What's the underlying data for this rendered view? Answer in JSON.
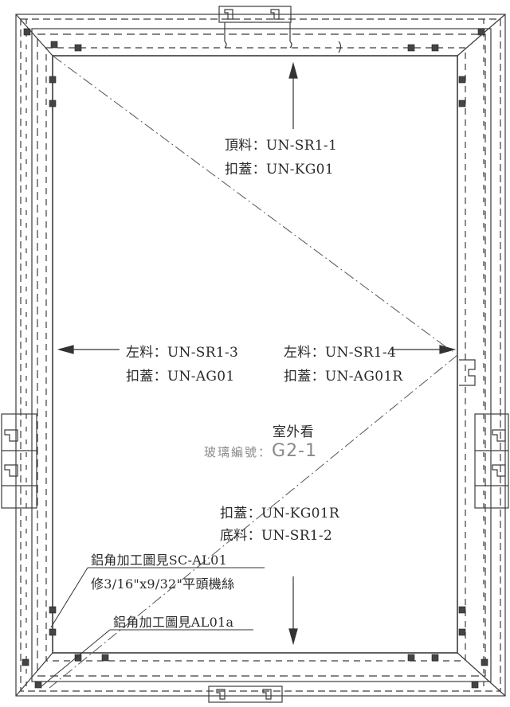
{
  "diagram": {
    "top": {
      "header": "頂料：UN-SR1-1",
      "cover": "扣蓋：UN-KG01"
    },
    "left": {
      "header": "左料：UN-SR1-3",
      "cover": "扣蓋：UN-AG01"
    },
    "right": {
      "header": "左料：UN-SR1-4",
      "cover": "扣蓋：UN-AG01R"
    },
    "view_note": "室外看",
    "glass": {
      "prefix": "玻璃編號：",
      "code": "G2-1"
    },
    "bottom": {
      "cover": "扣蓋：UN-KG01R",
      "header": "底料：UN-SR1-2"
    },
    "notes": {
      "machining_sc": "鋁角加工圖見SC-AL01",
      "screw": "修3/16\"x9/32\"平頭機絲",
      "machining_a": "鋁角加工圖見AL01a"
    }
  },
  "colors": {
    "line": "#3a3a3a",
    "dim": "#6a6a6a",
    "paper": "#ffffff"
  }
}
